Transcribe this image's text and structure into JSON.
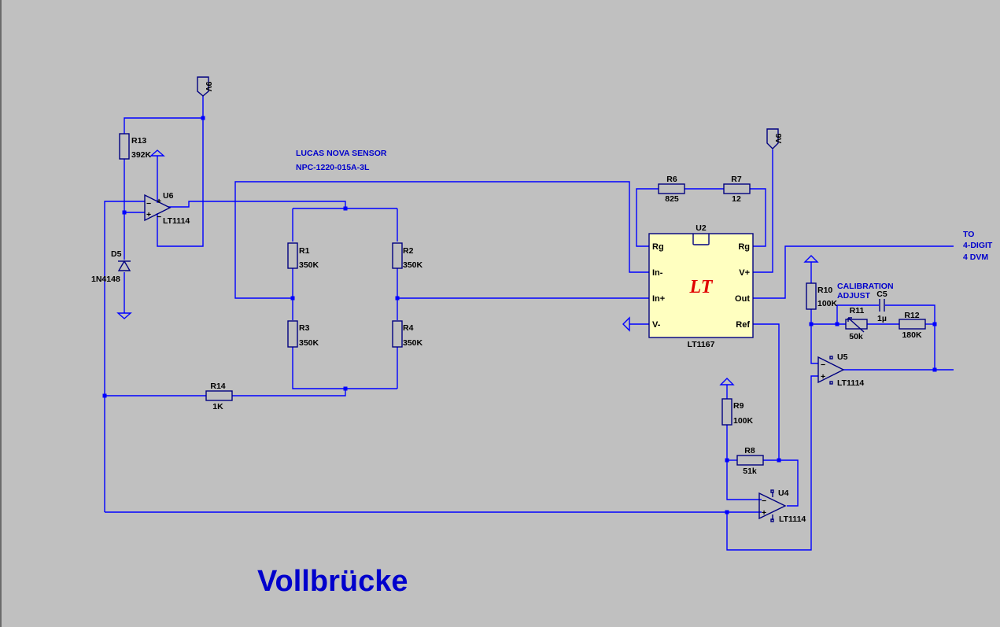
{
  "title": "Vollbrücke",
  "annotations": {
    "sensor_line1": "LUCAS NOVA SENSOR",
    "sensor_line2": "NPC-1220-015A-3L",
    "calibration_line1": "CALIBRATION",
    "calibration_line2": "ADJUST",
    "output_line1": "TO",
    "output_line2": "4-DIGIT",
    "output_line3": "4 DVM"
  },
  "supply": {
    "label_u6": "9V",
    "label_u2": "9V"
  },
  "components": {
    "R1": {
      "ref": "R1",
      "value": "350K"
    },
    "R2": {
      "ref": "R2",
      "value": "350K"
    },
    "R3": {
      "ref": "R3",
      "value": "350K"
    },
    "R4": {
      "ref": "R4",
      "value": "350K"
    },
    "R6": {
      "ref": "R6",
      "value": "825"
    },
    "R7": {
      "ref": "R7",
      "value": "12"
    },
    "R8": {
      "ref": "R8",
      "value": "51k"
    },
    "R9": {
      "ref": "R9",
      "value": "100K"
    },
    "R10": {
      "ref": "R10",
      "value": "100K"
    },
    "R11": {
      "ref": "R11",
      "value": "50k"
    },
    "R12": {
      "ref": "R12",
      "value": "180K"
    },
    "R13": {
      "ref": "R13",
      "value": "392K"
    },
    "R14": {
      "ref": "R14",
      "value": "1K"
    },
    "C5": {
      "ref": "C5",
      "value": "1µ"
    },
    "D5": {
      "ref": "D5",
      "value": "1N4148"
    },
    "U2": {
      "ref": "U2",
      "value": "LT1167"
    },
    "U4": {
      "ref": "U4",
      "value": "LT1114"
    },
    "U5": {
      "ref": "U5",
      "value": "LT1114"
    },
    "U6": {
      "ref": "U6",
      "value": "LT1114"
    }
  },
  "u2_pins": {
    "left": [
      "Rg",
      "In-",
      "In+",
      "V-"
    ],
    "right": [
      "Rg",
      "V+",
      "Out",
      "Ref"
    ]
  },
  "u2_logo": "LT",
  "opamp_signs": {
    "plus": "+",
    "minus": "−"
  }
}
